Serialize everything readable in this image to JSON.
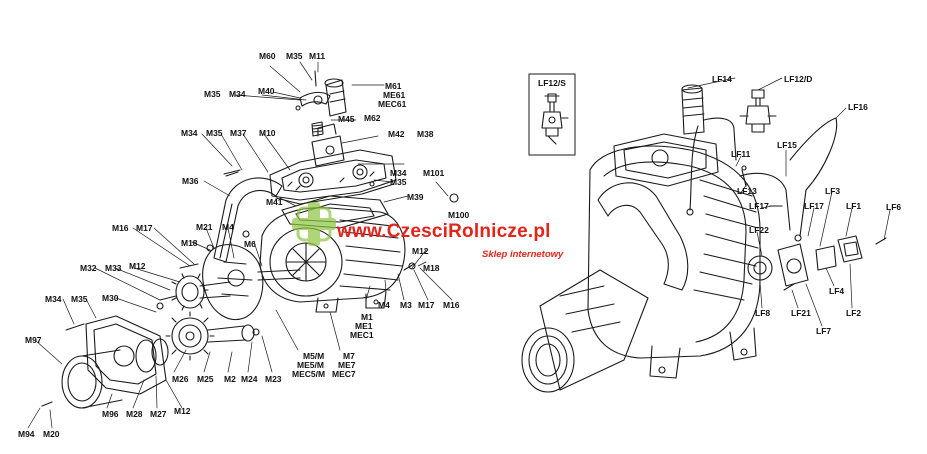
{
  "watermark": {
    "site": "www.CzesciRolnicze.pl",
    "tagline": "Sklep internetowy",
    "logo_color": "#8dc63f",
    "text_color": "#e2241b"
  },
  "inset": {
    "label": "LF12/S"
  },
  "labels": {
    "M60": "M60",
    "M35a": "M35",
    "M11": "M11",
    "M61": "M61",
    "ME61": "ME61",
    "MEC61": "MEC61",
    "M35b": "M35",
    "M34a": "M34",
    "M40": "M40",
    "M45": "M45",
    "M62": "M62",
    "M34b": "M34",
    "M35c": "M35",
    "M37": "M37",
    "M10": "M10",
    "M42": "M42",
    "M38": "M38",
    "M36": "M36",
    "M34c": "M34",
    "M35d": "M35",
    "M101": "M101",
    "M41": "M41",
    "M39": "M39",
    "M100": "M100",
    "M16a": "M16",
    "M17a": "M17",
    "M21": "M21",
    "M4a": "M4",
    "M18a": "M18",
    "M6": "M6",
    "M12a": "M12",
    "M18b": "M18",
    "M32": "M32",
    "M33": "M33",
    "M12b": "M12",
    "M34d": "M34",
    "M35e": "M35",
    "M30": "M30",
    "M3": "M3",
    "M17b": "M17",
    "M16b": "M16",
    "M4b": "M4",
    "M1": "M1",
    "ME1": "ME1",
    "MEC1": "MEC1",
    "M97": "M97",
    "M5M": "M5/M",
    "ME5M": "ME5/M",
    "MEC5M": "MEC5/M",
    "M7": "M7",
    "ME7": "ME7",
    "MEC7": "MEC7",
    "M26": "M26",
    "M25": "M25",
    "M2": "M2",
    "M24": "M24",
    "M23": "M23",
    "M96": "M96",
    "M28": "M28",
    "M27": "M27",
    "M12c": "M12",
    "M94": "M94",
    "M20": "M20",
    "LF14": "LF14",
    "LF12D": "LF12/D",
    "LF16": "LF16",
    "LF11": "LF11",
    "LF15": "LF15",
    "LF13": "LF13",
    "LF3": "LF3",
    "LF1": "LF1",
    "LF6": "LF6",
    "LF17a": "LF17",
    "LF17b": "LF17",
    "LF22": "LF22",
    "LF4": "LF4",
    "LF8": "LF8",
    "LF21": "LF21",
    "LF2": "LF2",
    "LF7": "LF7"
  }
}
